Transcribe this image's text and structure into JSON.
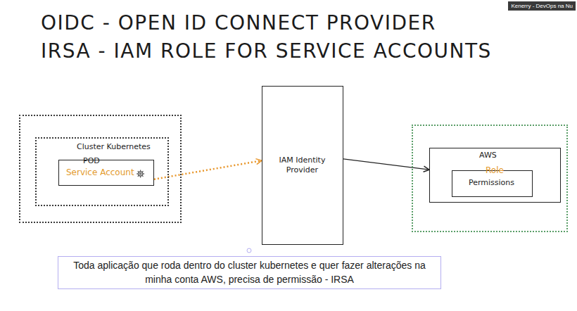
{
  "diagram": {
    "title": "OIDC - OPEN ID CONNECT PROVIDER",
    "caption": "Toda aplicação que roda dentro do cluster kubernetes e quer fazer alterações na minha conta AWS, precisa de permissão - IRSA",
    "nodes": [
      {
        "text": [
          "Cluster Kubernetes"
        ]
      },
      {
        "text": [
          "POD"
        ],
        "in": 0
      },
      {
        "text": [
          "Service Account"
        ],
        "in": 1
      },
      {
        "text": [
          "IAM Identity Provider"
        ]
      },
      {
        "text": [
          "AWS"
        ]
      },
      {
        "text": [
          "Role"
        ],
        "in": 4
      },
      {
        "text": [
          "Permissions"
        ],
        "in": 5
      }
    ],
    "edges": [
      {
        "from": 2,
        "to": 3,
        "arrow": "to"
      },
      {
        "from": 3,
        "to": 5,
        "arrow": "to"
      }
    ],
    "labels": [
      "IRSA - IAM ROLE FOR SERVICE ACCOUNTS",
      "Kenerry - DevOps na Nu"
    ]
  }
}
